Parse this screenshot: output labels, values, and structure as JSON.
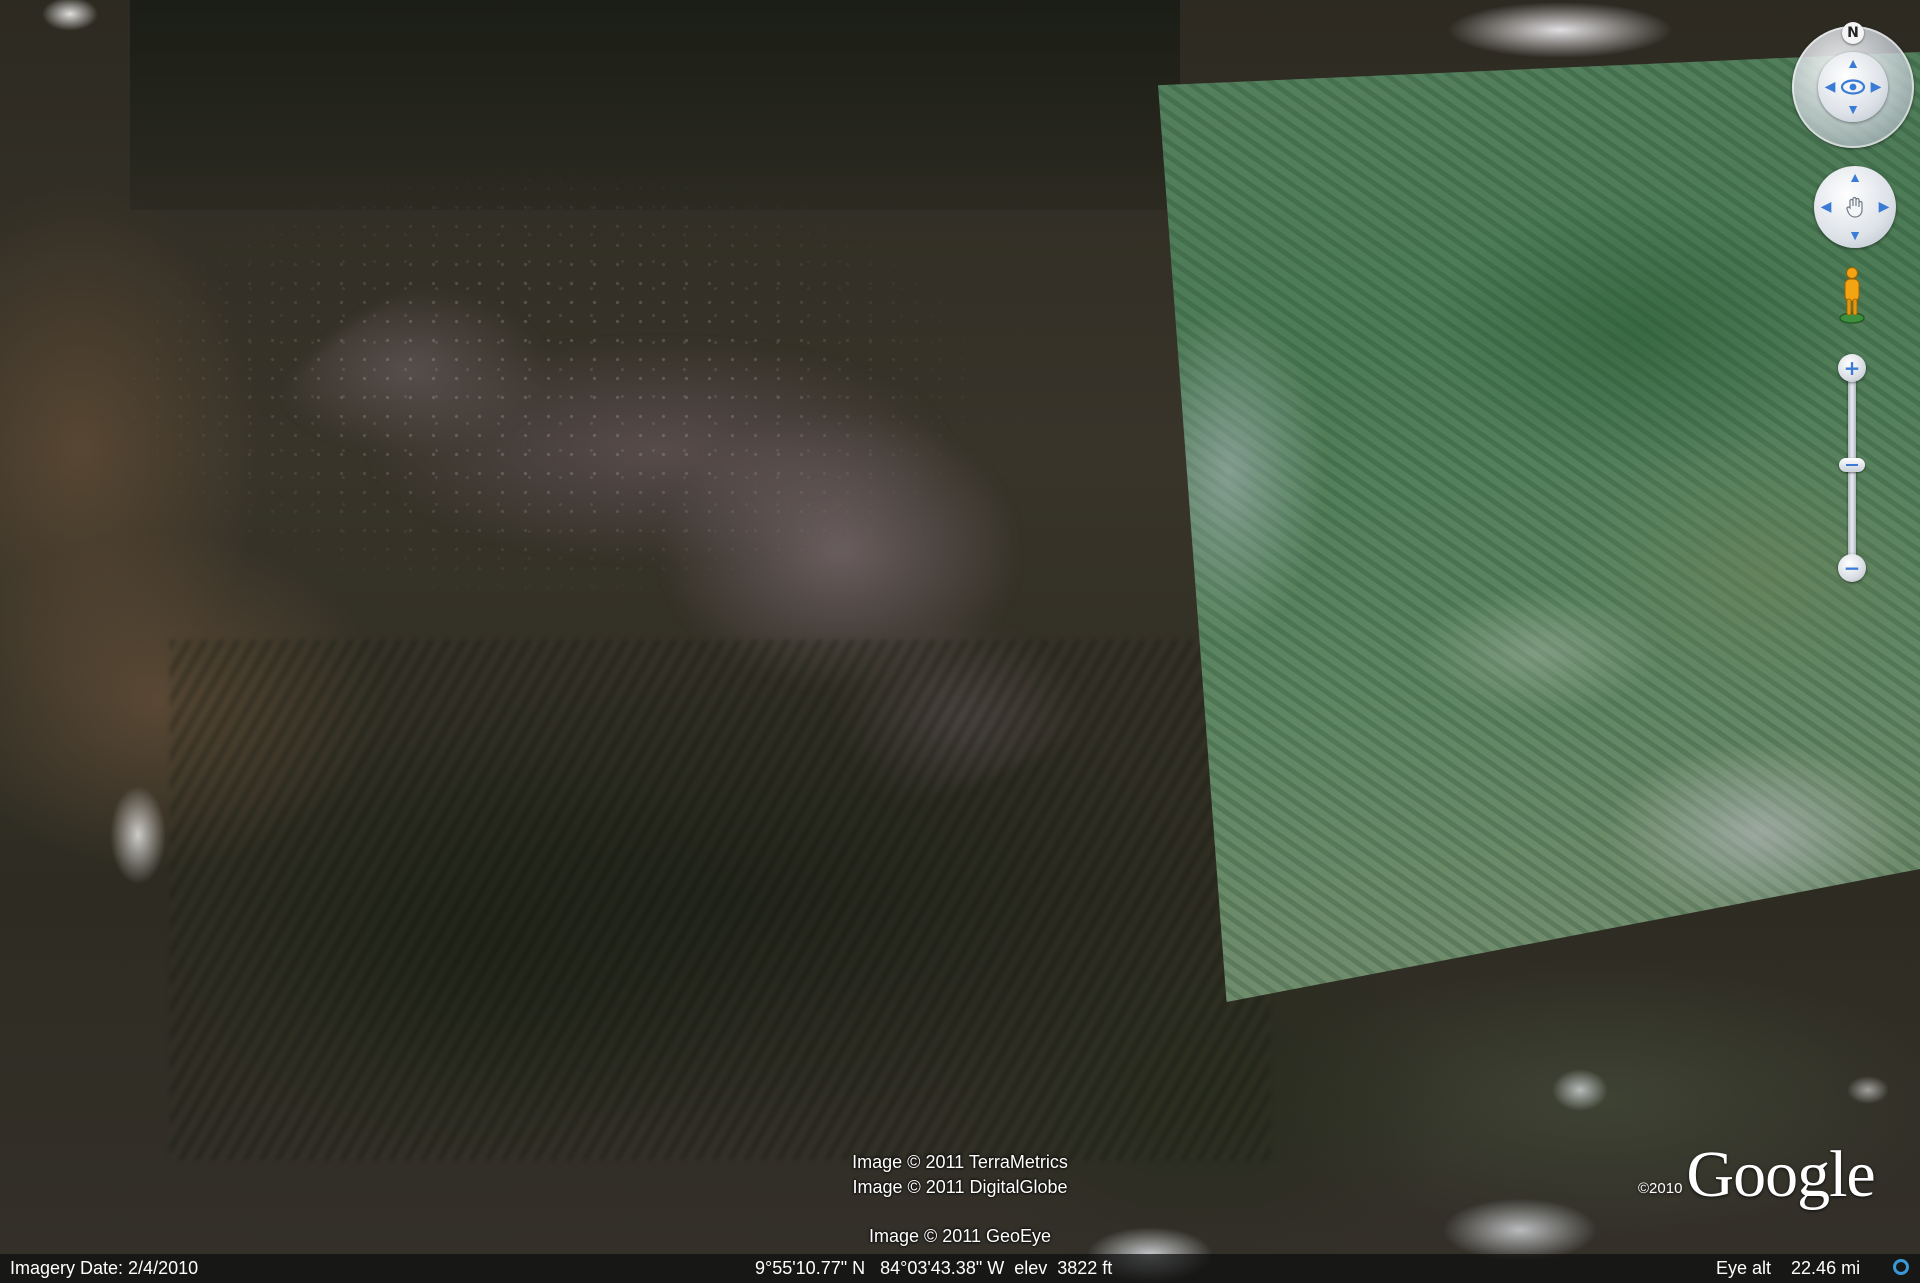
{
  "app": {
    "name": "Google Earth"
  },
  "map": {
    "attributions": [
      "Image © 2011 TerraMetrics",
      "Image © 2011 DigitalGlobe",
      "Image © 2011 GeoEye"
    ],
    "logo_year": "©2010",
    "logo_text": "Google"
  },
  "nav": {
    "north_label": "N",
    "look_icon": "eye-icon",
    "move_icon": "hand-icon",
    "pegman_icon": "pegman-icon",
    "zoom_in_label": "+",
    "zoom_out_label": "−"
  },
  "status_bar": {
    "imagery_date": "Imagery Date: 2/4/2010",
    "coordinates": "9°55'10.77\" N   84°03'43.38\" W  elev  3822 ft",
    "eye_alt": "Eye alt    22.46 mi"
  },
  "colors": {
    "control_accent": "#3a7bd5",
    "status_bar_bg": "#0c0e0e",
    "text": "#ffffff"
  }
}
